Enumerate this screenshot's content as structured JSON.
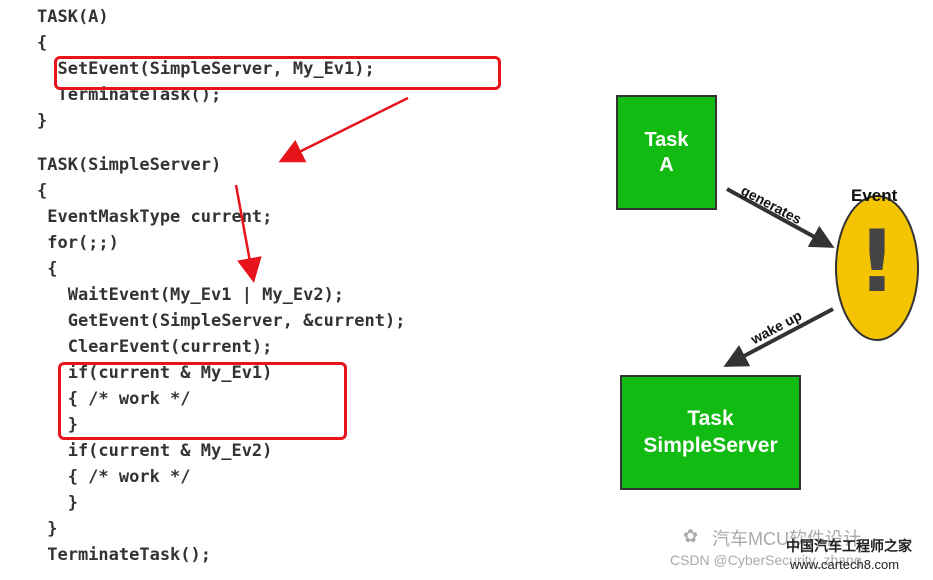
{
  "code": {
    "task_a": [
      "TASK(A)",
      "{",
      "  SetEvent(SimpleServer, My_Ev1);",
      "  TerminateTask();",
      "}"
    ],
    "task_server": [
      "TASK(SimpleServer)",
      "{",
      " EventMaskType current;",
      " for(;;)",
      " {",
      "   WaitEvent(My_Ev1 | My_Ev2);",
      "   GetEvent(SimpleServer, &current);",
      "   ClearEvent(current);",
      "   if(current & My_Ev1)",
      "   { /* work */",
      "   }",
      "   if(current & My_Ev2)",
      "   { /* work */",
      "   }",
      " }",
      " TerminateTask();"
    ]
  },
  "diagram": {
    "task_a": {
      "line1": "Task",
      "line2": "A"
    },
    "event": {
      "label": "Event",
      "symbol": "!"
    },
    "task_server": {
      "line1": "Task",
      "line2": "SimpleServer"
    },
    "arrow_generates": "generates",
    "arrow_wakeup": "wake up"
  },
  "watermark": {
    "account": "汽车MCU软件设计",
    "csdn": "CSDN @CyberSecurity_zhang",
    "site_cn": "中国汽车工程师之家",
    "site_url": "www.cartech8.com"
  },
  "colors": {
    "highlight": "#e8141b",
    "task_green": "#11bb11",
    "event_yellow": "#f5c400",
    "code_text": "#333333"
  }
}
